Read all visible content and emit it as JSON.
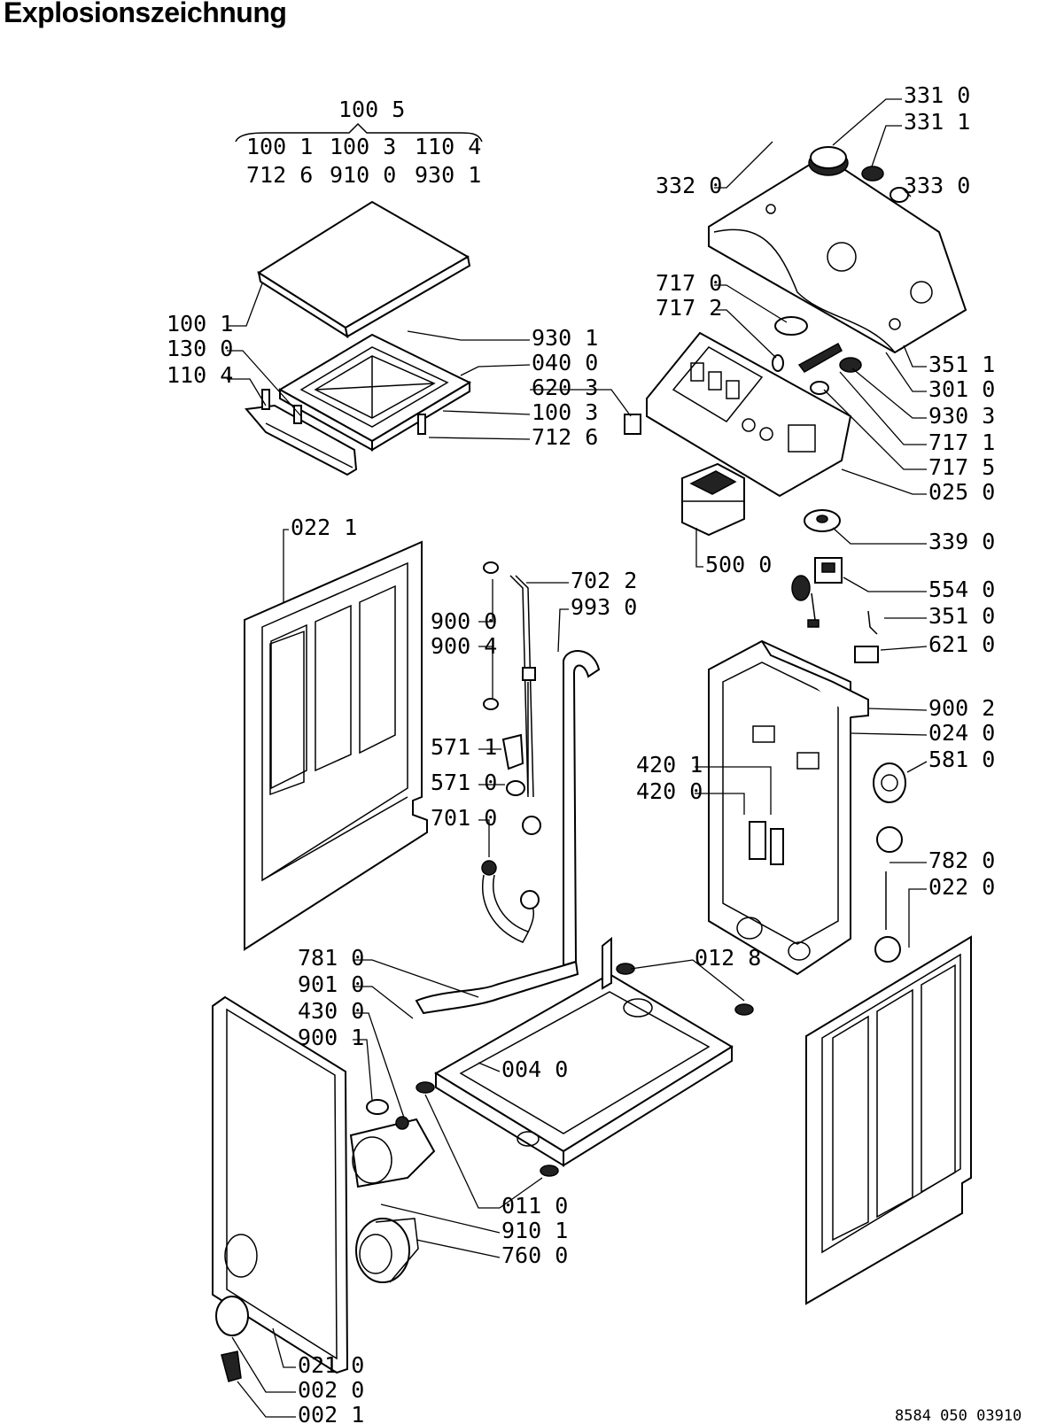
{
  "title": "Explosionszeichnung",
  "set_labels": {
    "group": "100 5",
    "row1": [
      "100 1",
      "100 3",
      "110 4"
    ],
    "row2": [
      "712 6",
      "910 0",
      "930 1"
    ]
  },
  "labels": [
    "331 0",
    "331 1",
    "332 0",
    "333 0",
    "717 0",
    "717 2",
    "100 1",
    "130 0",
    "110 4",
    "930 1",
    "040 0",
    "620 3",
    "100 3",
    "712 6",
    "351 1",
    "301 0",
    "930 3",
    "717 1",
    "717 5",
    "025 0",
    "022 1",
    "702 2",
    "993 0",
    "500 0",
    "339 0",
    "554 0",
    "351 0",
    "621 0",
    "900 0",
    "900 4",
    "900 2",
    "024 0",
    "571 1",
    "581 0",
    "420 1",
    "420 0",
    "571 0",
    "701 0",
    "782 0",
    "022 0",
    "781 0",
    "012 8",
    "901 0",
    "430 0",
    "900 1",
    "004 0",
    "011 0",
    "910 1",
    "760 0",
    "021 0",
    "002 0",
    "002 1"
  ],
  "drawing_code": "8584 050 03910"
}
